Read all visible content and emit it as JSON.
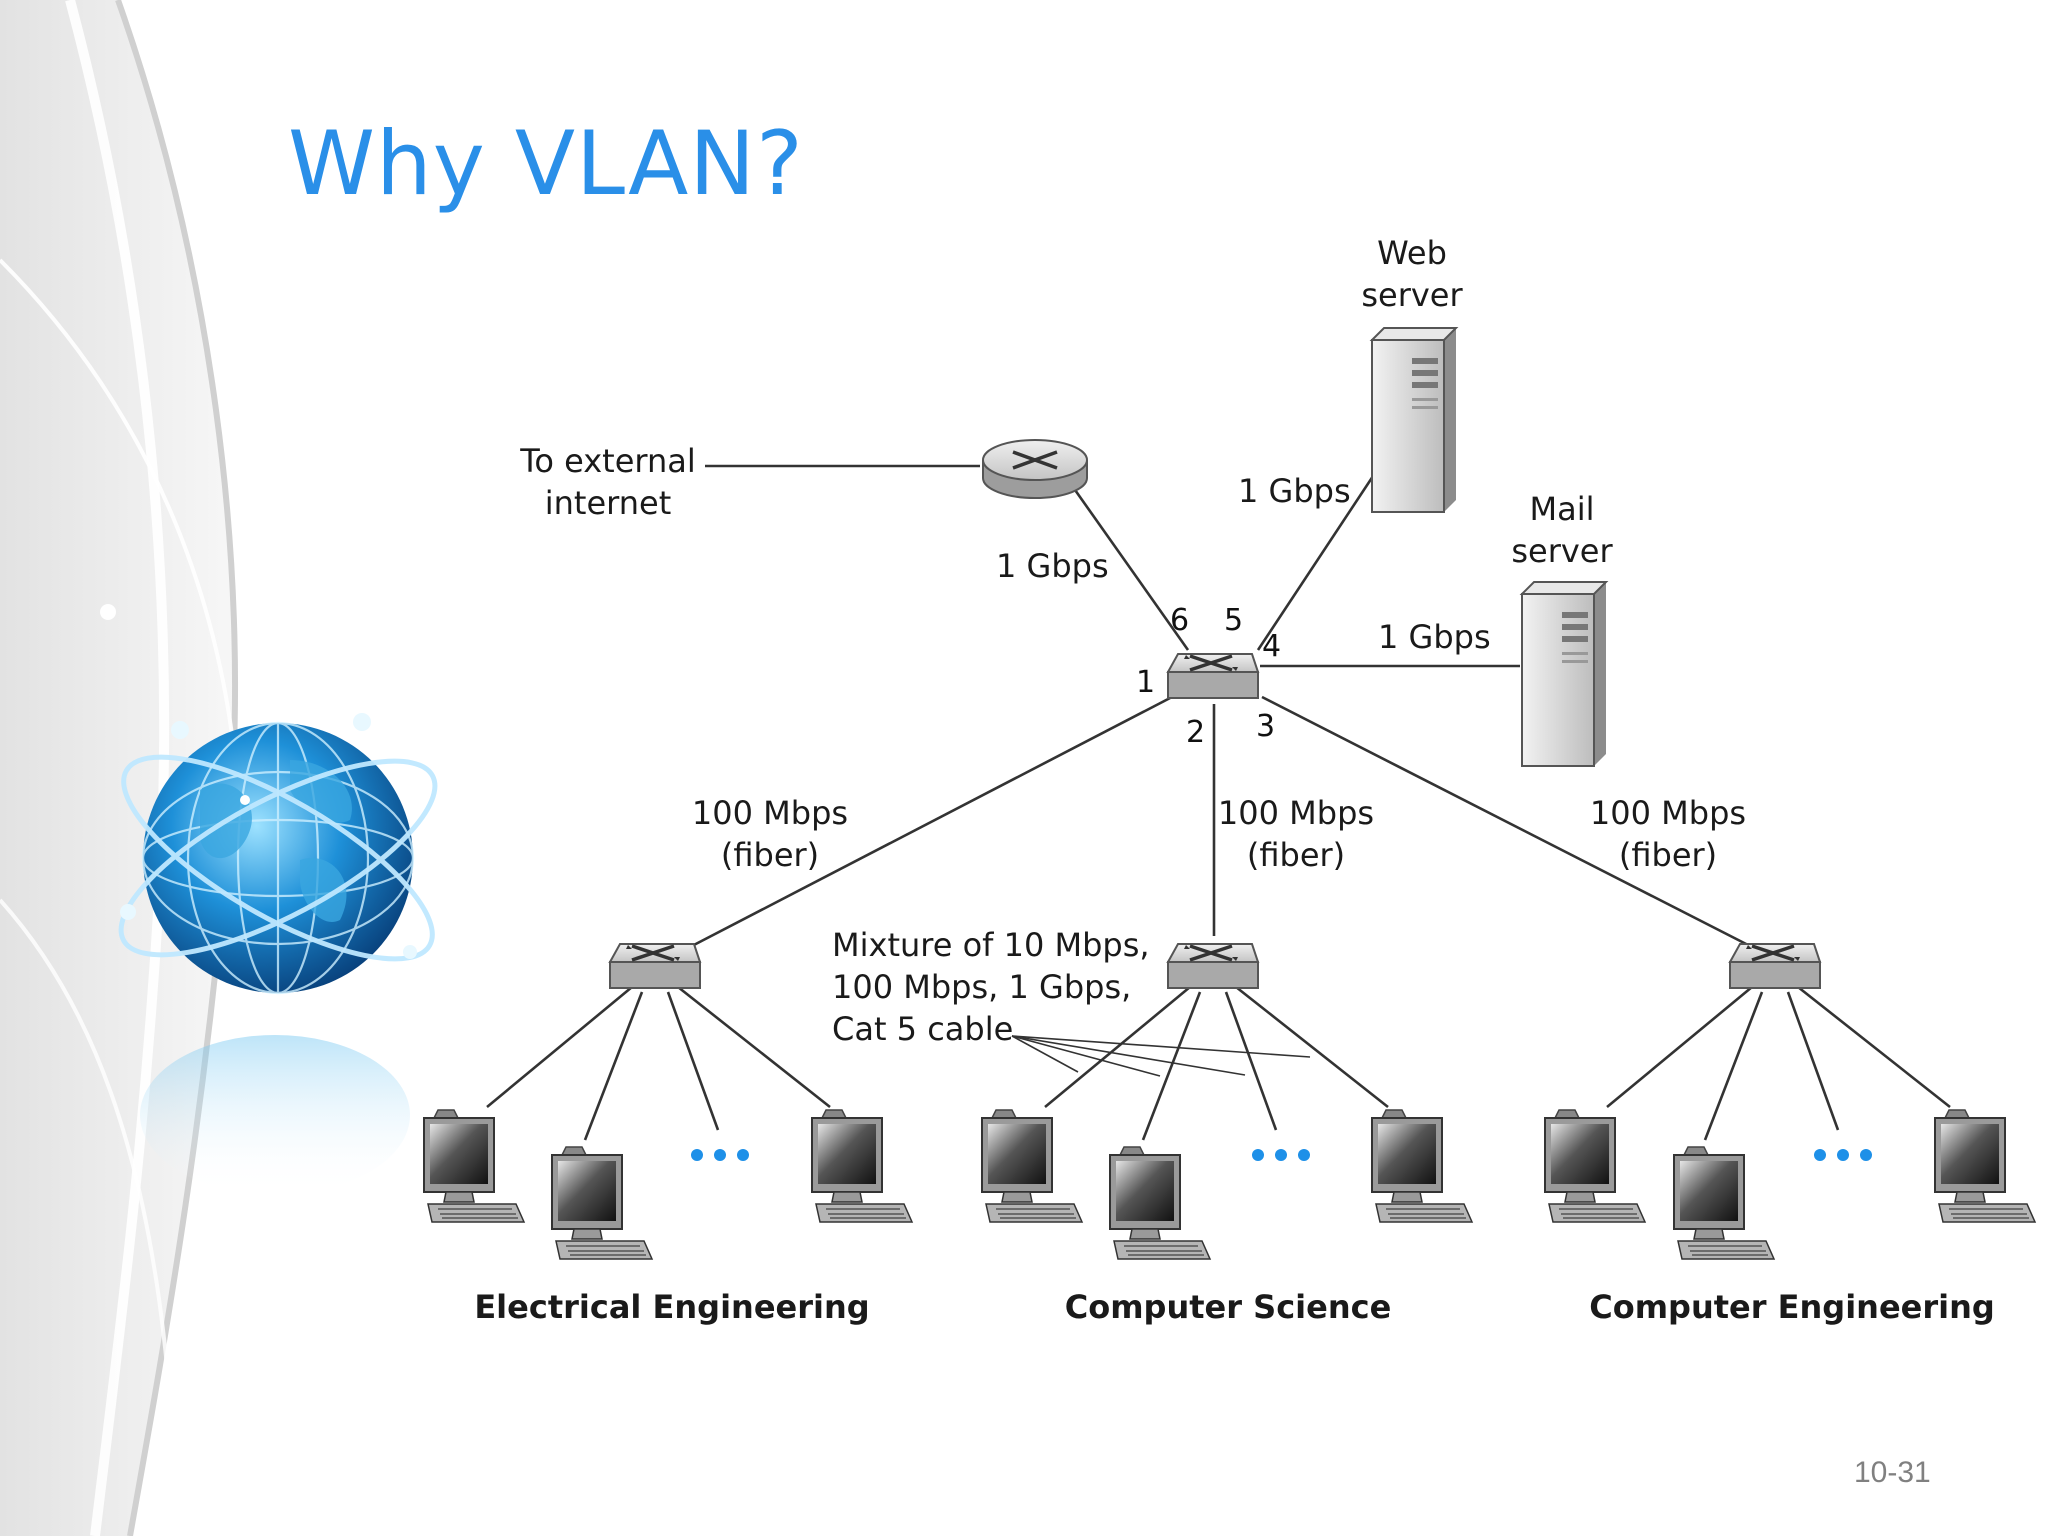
{
  "slide": {
    "title": "Why VLAN?",
    "page_number": "10-31"
  },
  "labels": {
    "external": [
      "To external",
      "internet"
    ],
    "web_server": [
      "Web",
      "server"
    ],
    "mail_server": [
      "Mail",
      "server"
    ],
    "gbps": "1 Gbps",
    "mbps": "100 Mbps",
    "fiber": "(fiber)",
    "mixture": [
      "Mixture of 10 Mbps,",
      "100 Mbps, 1 Gbps,",
      "Cat 5 cable"
    ],
    "departments": [
      "Electrical Engineering",
      "Computer Science",
      "Computer Engineering"
    ]
  },
  "ports": [
    "1",
    "2",
    "3",
    "4",
    "5",
    "6"
  ],
  "colors": {
    "title": "#2a8fe8",
    "globe": "#1e90d8",
    "device": "#c8c8c8",
    "ellipsis": "#1e90e8"
  },
  "icons": [
    "globe-icon",
    "router-icon",
    "switch-icon",
    "server-icon",
    "computer-icon"
  ]
}
